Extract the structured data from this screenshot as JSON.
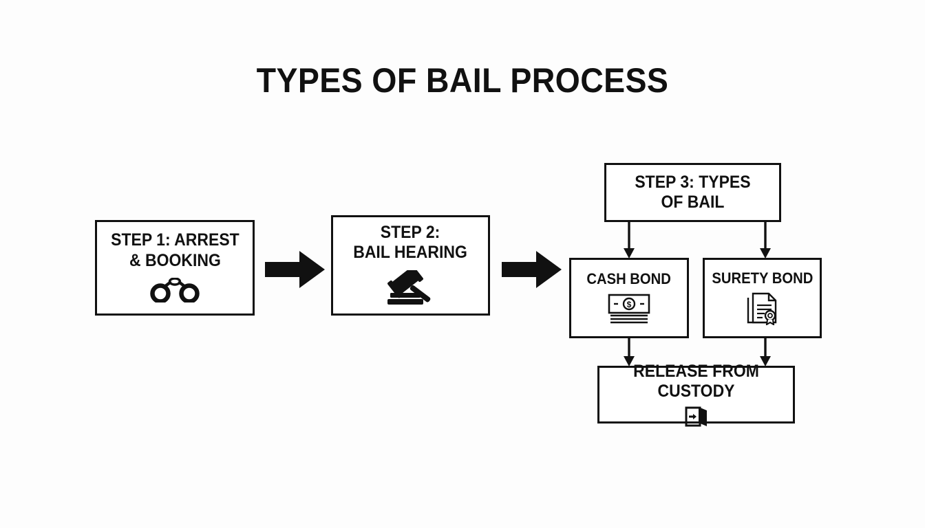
{
  "page": {
    "title": "TYPES OF BAIL PROCESS",
    "background_color": "#fdfdfd",
    "ink_color": "#111111"
  },
  "diagram": {
    "type": "flowchart",
    "orientation": "left-to-right with vertical branch",
    "nodes": [
      {
        "id": "step1",
        "label": "STEP 1: ARREST\n& BOOKING",
        "icon": "handcuffs-icon"
      },
      {
        "id": "step2",
        "label": "STEP 2:\nBAIL HEARING",
        "icon": "gavel-icon"
      },
      {
        "id": "step3",
        "label": "STEP 3: TYPES\nOF BAIL",
        "icon": "none"
      },
      {
        "id": "cash",
        "label": "CASH BOND",
        "icon": "banknote-icon"
      },
      {
        "id": "surety",
        "label": "SURETY BOND",
        "icon": "certificate-seal-icon"
      },
      {
        "id": "release",
        "label": "RELEASE FROM CUSTODY",
        "icon": "exit-door-icon"
      }
    ],
    "connectors": [
      {
        "id": "arrow-1-2",
        "from": "step1",
        "to": "step2",
        "style": "thick-block-arrow",
        "direction": "right"
      },
      {
        "id": "arrow-2-3",
        "from": "step2",
        "to": "step3",
        "style": "thick-block-arrow",
        "direction": "right"
      },
      {
        "id": "conn-step3-cash",
        "from": "step3",
        "to": "cash",
        "style": "thin-line-arrow",
        "direction": "down"
      },
      {
        "id": "conn-step3-surety",
        "from": "step3",
        "to": "surety",
        "style": "thin-line-arrow",
        "direction": "down"
      },
      {
        "id": "conn-cash-release",
        "from": "cash",
        "to": "release",
        "style": "thin-line-arrow",
        "direction": "down"
      },
      {
        "id": "conn-surety-release",
        "from": "surety",
        "to": "release",
        "style": "thin-line-arrow",
        "direction": "down"
      }
    ]
  }
}
